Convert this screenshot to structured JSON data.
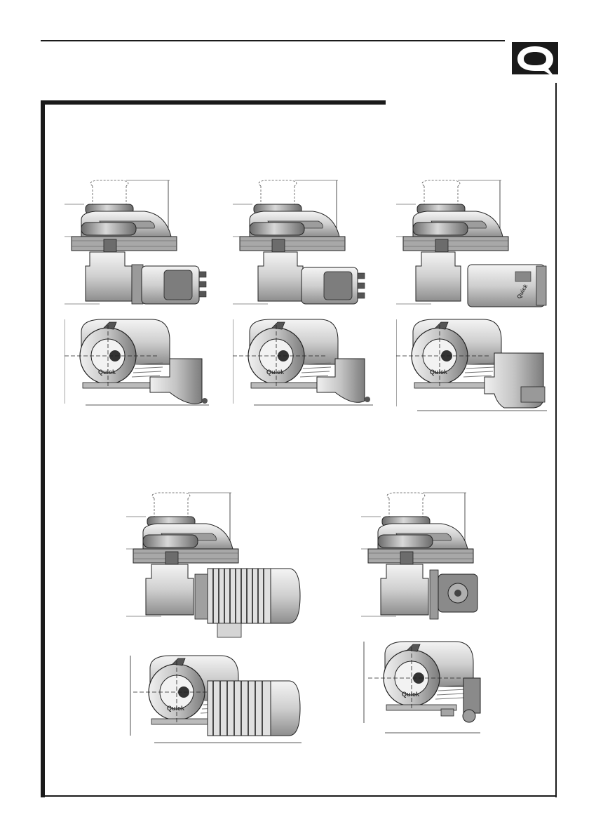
{
  "brand": {
    "logo_icon": "quick-q-logo-icon",
    "plate_text": "Quick"
  },
  "colors": {
    "ink": "#1a1a1a",
    "metal_light": "#e6e6e6",
    "metal_mid": "#bdbdbd",
    "metal_dark": "#7a7a7a",
    "deck": "#9a9a9a"
  },
  "drawings": [
    {
      "name": "windlass-variant-1",
      "motor": "dc-terminal-box"
    },
    {
      "name": "windlass-variant-2",
      "motor": "dc-terminal-box"
    },
    {
      "name": "windlass-variant-3",
      "motor": "dc-cylindrical-control"
    },
    {
      "name": "windlass-variant-4",
      "motor": "ac-finned-motor"
    },
    {
      "name": "windlass-variant-5",
      "motor": "hydraulic-motor"
    }
  ]
}
